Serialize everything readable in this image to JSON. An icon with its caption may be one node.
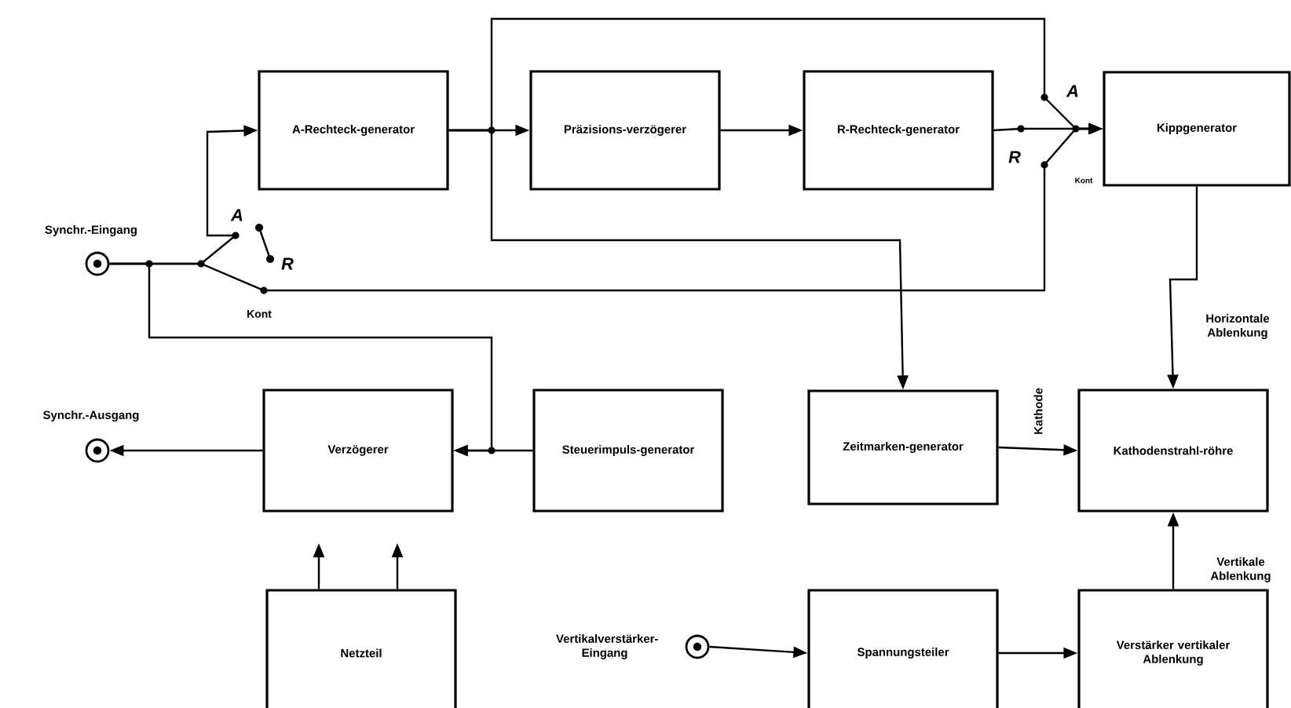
{
  "diagram": {
    "nodes": [
      {
        "text": [
          "A-Rechteck-generator"
        ]
      },
      {
        "text": [
          "Präzisions-verzögerer"
        ]
      },
      {
        "text": [
          "R-Rechteck-generator"
        ]
      },
      {
        "text": [
          "Kippgenerator"
        ]
      },
      {
        "text": [],
        "shape": "circle",
        "beside": [
          "Synchr.-Eingang"
        ]
      },
      {
        "text": [
          "Verzögerer"
        ]
      },
      {
        "text": [
          "Steuerimpuls-generator"
        ]
      },
      {
        "text": [
          "Zeitmarken-generator"
        ]
      },
      {
        "text": [
          "Kathodenstrahl-röhre"
        ]
      },
      {
        "text": [],
        "shape": "circle",
        "beside": [
          "Synchr.-Ausgang"
        ]
      },
      {
        "text": [
          "Netzteil"
        ]
      },
      {
        "text": [],
        "shape": "circle",
        "beside": [
          "Vertikalverstärker-Eingang"
        ]
      },
      {
        "text": [
          "Spannungsteiler"
        ]
      },
      {
        "text": [
          "Verstärker vertikaler Ablenkung"
        ]
      }
    ],
    "edges": [
      {
        "from": 4,
        "to": 0,
        "arrow": "to"
      },
      {
        "from": 4,
        "to": 3,
        "arrow": "to"
      },
      {
        "from": 4,
        "to": 5,
        "arrow": "to"
      },
      {
        "from": 6,
        "to": 5,
        "arrow": "to"
      },
      {
        "from": 0,
        "to": 1,
        "arrow": "to"
      },
      {
        "from": 0,
        "to": 3,
        "arrow": "to"
      },
      {
        "from": 0,
        "to": 7,
        "arrow": "to"
      },
      {
        "from": 1,
        "to": 2,
        "arrow": "to"
      },
      {
        "from": 2,
        "to": 3,
        "arrow": "to"
      },
      {
        "from": 3,
        "to": 8,
        "arrow": "to",
        "label": "Horizontale Ablenkung"
      },
      {
        "from": 7,
        "to": 8,
        "arrow": "to",
        "label": "Kathode"
      },
      {
        "from": 10,
        "to": null,
        "arrow": "to"
      },
      {
        "from": 10,
        "to": null,
        "arrow": "to"
      },
      {
        "from": 5,
        "to": 9,
        "arrow": "to"
      },
      {
        "from": 11,
        "to": 12,
        "arrow": "to"
      },
      {
        "from": 12,
        "to": 13,
        "arrow": "to"
      },
      {
        "from": 13,
        "to": 8,
        "arrow": "to",
        "label": "Vertikale Ablenkung"
      }
    ],
    "labels": [
      "A",
      "R",
      "Kont",
      "A",
      "R",
      "Kont"
    ]
  }
}
